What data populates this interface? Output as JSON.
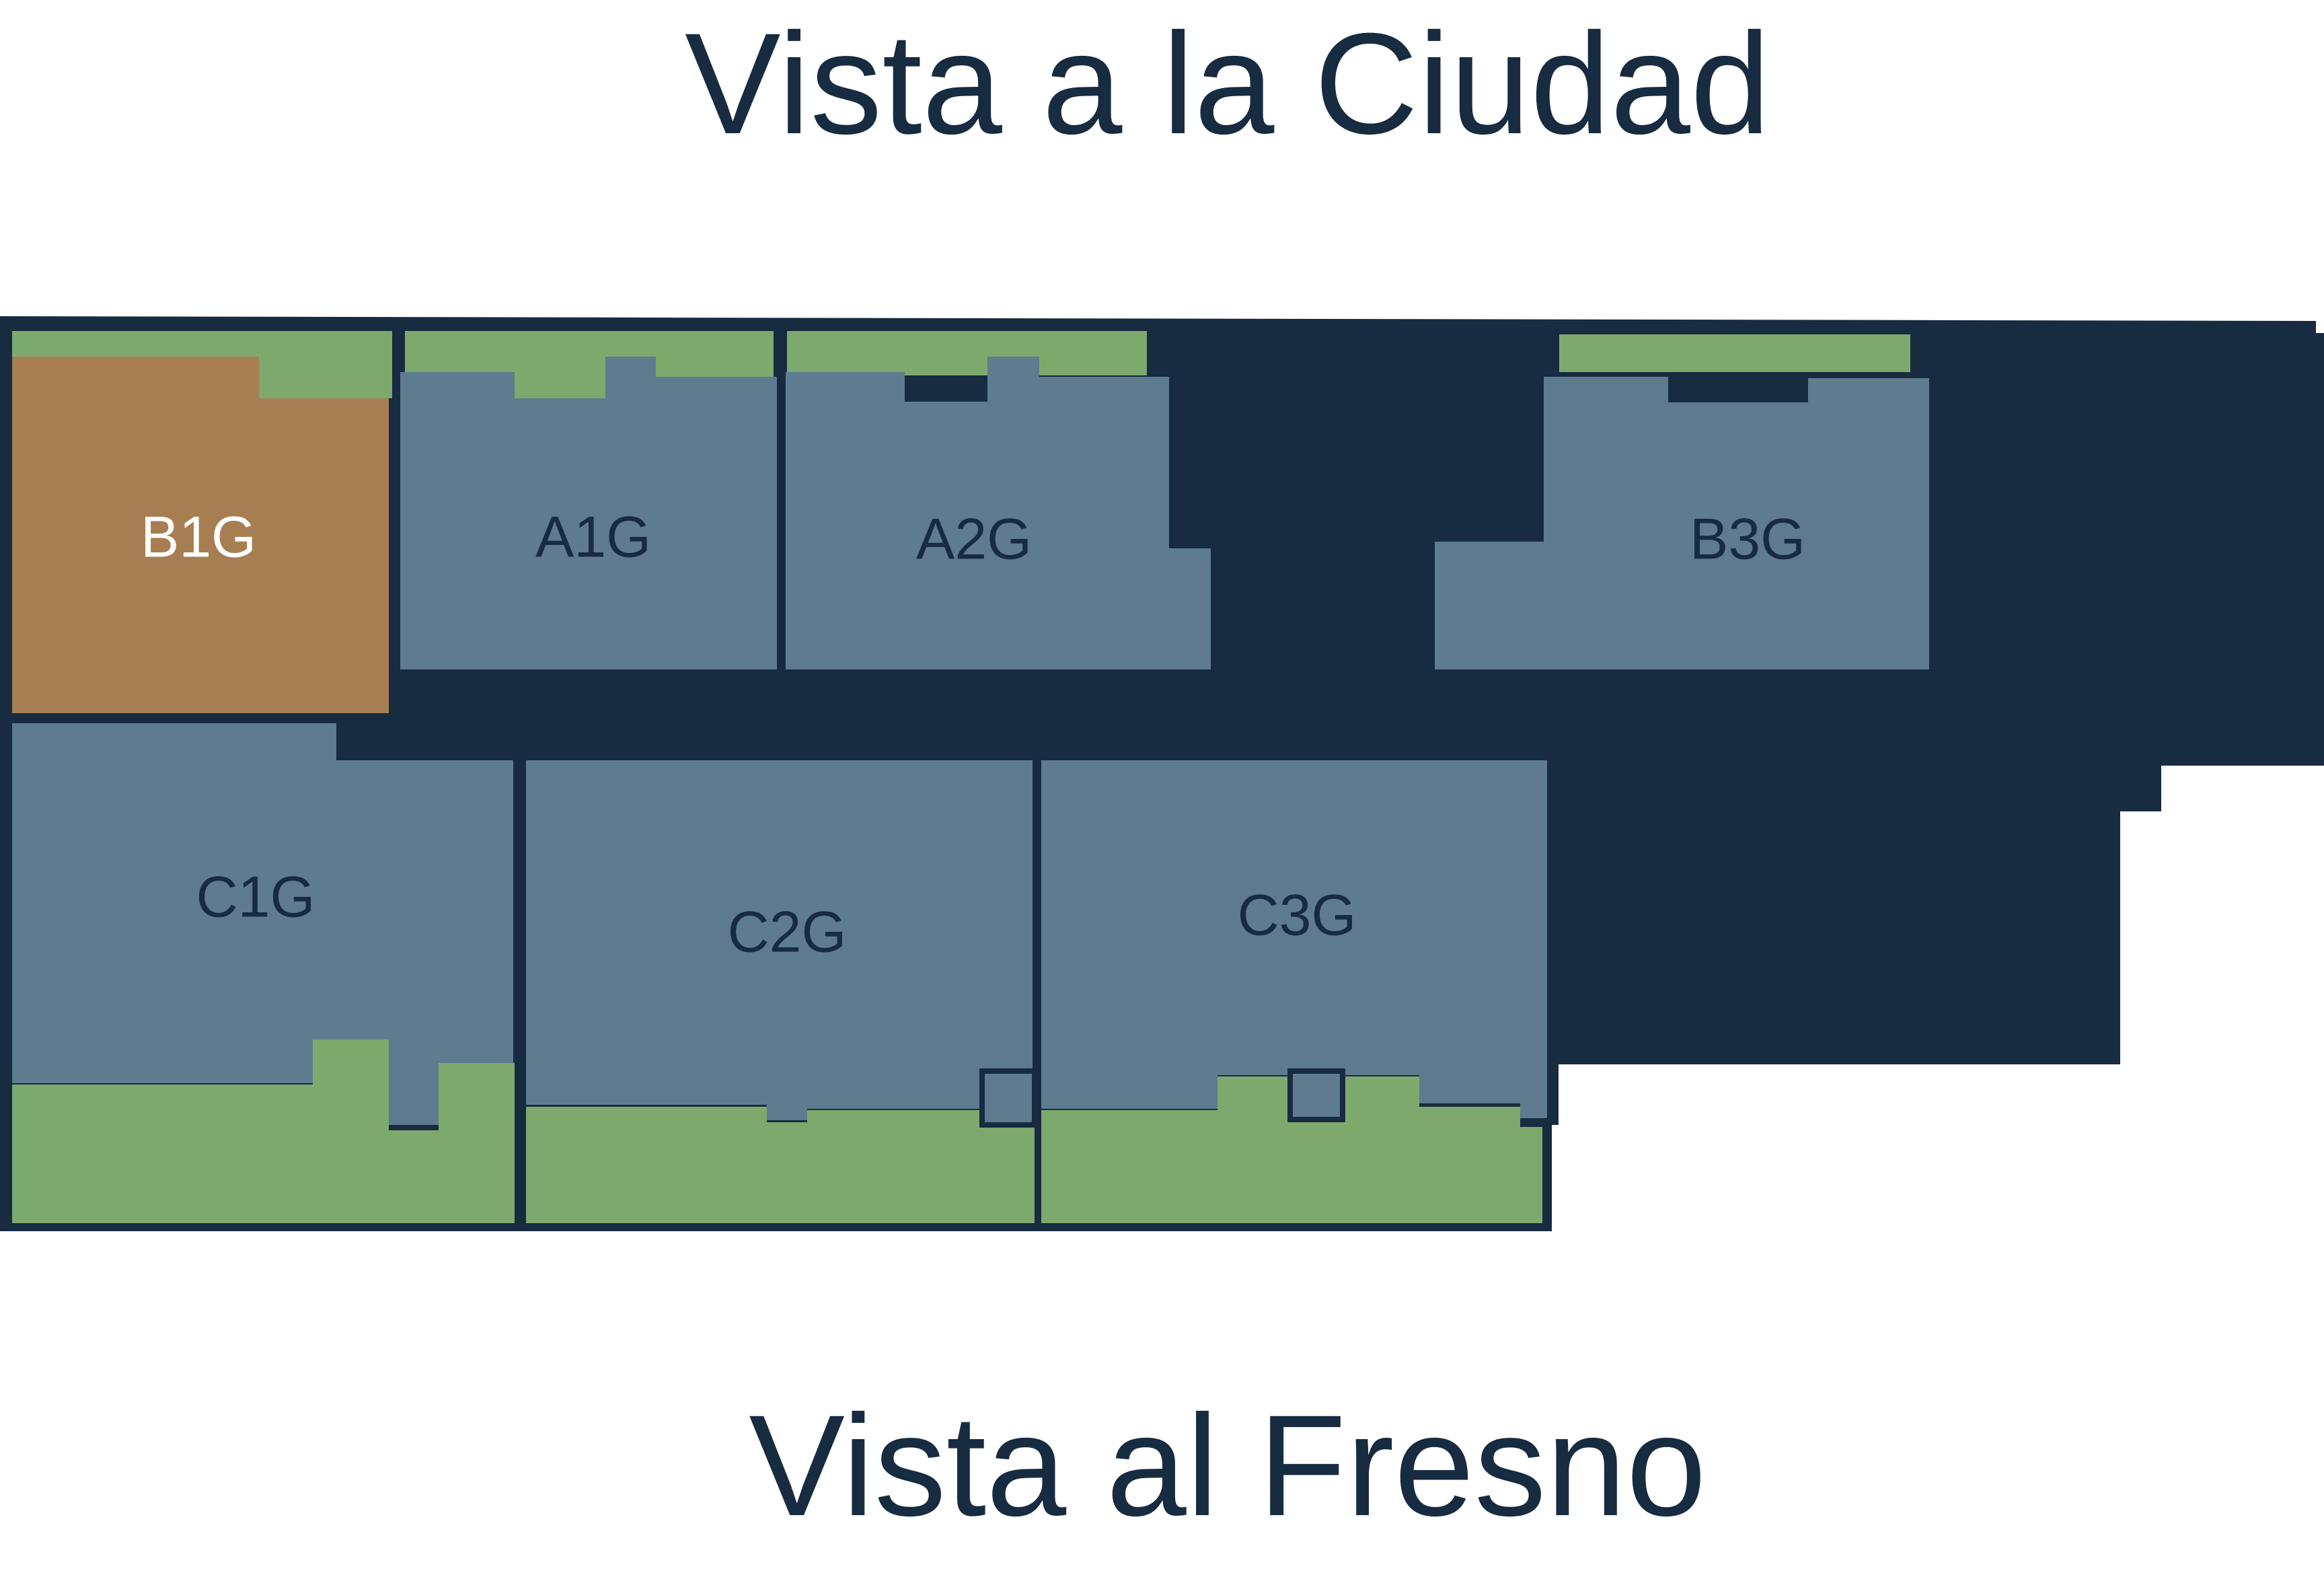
{
  "title_top": "Vista a la Ciudad",
  "title_bottom": "Vista al Fresno",
  "colors": {
    "structure": "#172b41",
    "unit": "#5e7b8f",
    "selected_unit": "#a77e52",
    "terrace": "#7ea96d",
    "label_dark": "#172b41",
    "label_light": "#ffffff"
  },
  "units": [
    {
      "id": "B1G",
      "label": "B1G",
      "selected": true
    },
    {
      "id": "A1G",
      "label": "A1G",
      "selected": false
    },
    {
      "id": "A2G",
      "label": "A2G",
      "selected": false
    },
    {
      "id": "B3G",
      "label": "B3G",
      "selected": false
    },
    {
      "id": "C1G",
      "label": "C1G",
      "selected": false
    },
    {
      "id": "C2G",
      "label": "C2G",
      "selected": false
    },
    {
      "id": "C3G",
      "label": "C3G",
      "selected": false
    }
  ]
}
